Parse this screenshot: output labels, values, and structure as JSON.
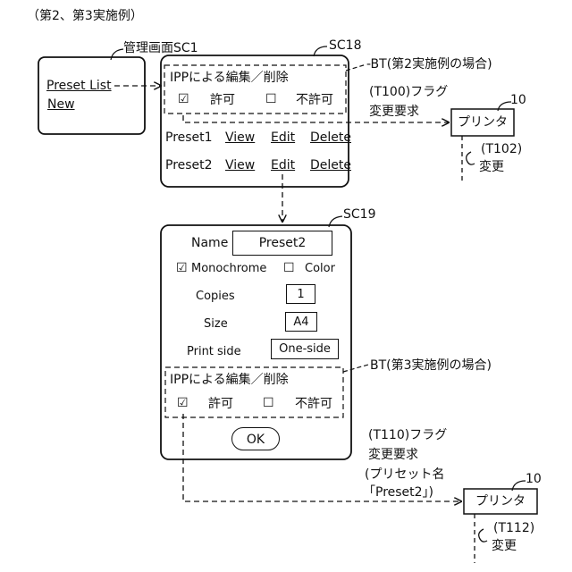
{
  "heading": "（第2、第3実施例）",
  "sc1": {
    "label": "管理画面SC1",
    "preset_list_link": "Preset List",
    "new_link": "New"
  },
  "sc18": {
    "label": "SC18",
    "bt_callout": "-BT(第2実施例の場合)",
    "ipp_title": "IPPによる編集／削除",
    "allow_check": "☑",
    "allow_label": "許可",
    "deny_check": "☐",
    "deny_label": "不許可",
    "presets": [
      {
        "name": "Preset1",
        "view": "View",
        "edit": "Edit",
        "delete": "Delete"
      },
      {
        "name": "Preset2",
        "view": "View",
        "edit": "Edit",
        "delete": "Delete"
      }
    ]
  },
  "flow_t100": {
    "line1": "(T100)フラグ",
    "line2": "変更要求"
  },
  "printer1": {
    "label": "プリンタ",
    "ref": "10",
    "step": "(T102)",
    "change": "変更"
  },
  "sc19": {
    "label": "SC19",
    "name_label": "Name",
    "name_value": "Preset2",
    "mono_check": "☑",
    "mono_label": "Monochrome",
    "color_check": "☐",
    "color_label": "Color",
    "copies_label": "Copies",
    "copies_value": "1",
    "size_label": "Size",
    "size_value": "A4",
    "side_label": "Print side",
    "side_value": "One-side",
    "bt_callout": "BT(第3実施例の場合)",
    "ipp_title": "IPPによる編集／削除",
    "allow_check": "☑",
    "allow_label": "許可",
    "deny_check": "☐",
    "deny_label": "不許可",
    "ok_label": "OK"
  },
  "flow_t110": {
    "line1": "(T110)フラグ",
    "line2": "変更要求",
    "line3": "(プリセット名",
    "line4": "「Preset2」)"
  },
  "printer2": {
    "label": "プリンタ",
    "ref": "10",
    "step": "(T112)",
    "change": "変更"
  }
}
